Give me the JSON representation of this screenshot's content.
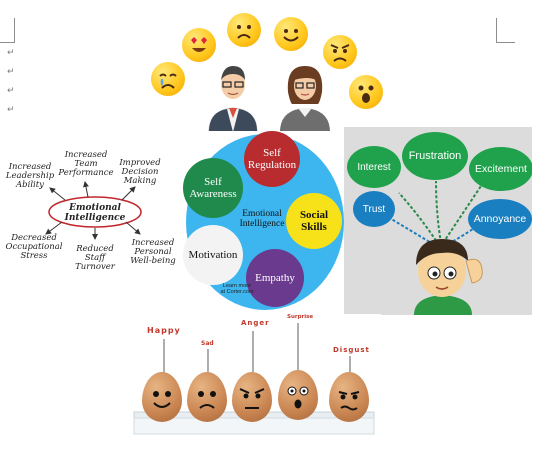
{
  "document": {
    "paragraph_mark": "↵"
  },
  "emojis": [
    {
      "name": "heart-eyes-emoji-icon"
    },
    {
      "name": "sad-emoji-icon"
    },
    {
      "name": "smile-emoji-icon"
    },
    {
      "name": "frowning-emoji-icon"
    },
    {
      "name": "crying-emoji-icon"
    },
    {
      "name": "surprised-emoji-icon"
    }
  ],
  "mind_map": {
    "center": "Emotional\nIntelligence",
    "outcomes": [
      "Increased\nTeam\nPerformance",
      "Increased\nLeadership\nAbility",
      "Improved\nDecision\nMaking",
      "Decreased\nOccupational\nStress",
      "Reduced\nStaff\nTurnover",
      "Increased\nPersonal\nWell-being"
    ]
  },
  "ei_circles": {
    "center": "Emotional\nIntelligence",
    "self_regulation": "Self\nRegulation",
    "self_awareness": "Self\nAwareness",
    "social_skills": "Social\nSkills",
    "motivation": "Motivation",
    "empathy": "Empathy",
    "credit": "Learn more\nat Corter.com"
  },
  "emotions_panel": {
    "interest": "Interest",
    "frustration": "Frustration",
    "excitement": "Excitement",
    "trust": "Trust",
    "annoyance": "Annoyance"
  },
  "eggs": {
    "happy": "Happy",
    "sad": "Sad",
    "anger": "Anger",
    "surprise": "Surprise",
    "disgust": "Disgust"
  }
}
